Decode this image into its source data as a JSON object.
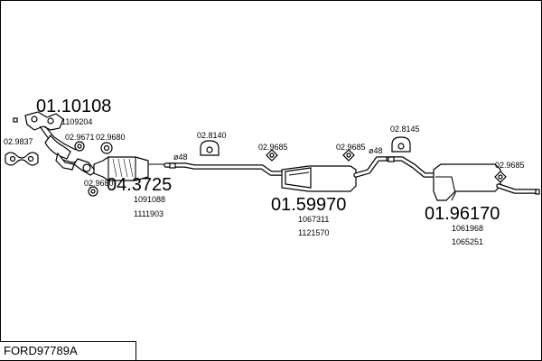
{
  "labels": {
    "main_manifold": "01.10108",
    "manifold_ref": "1109204",
    "gasket_left": "02.9837",
    "clamp_a": "02.9671",
    "clamp_b": "02.9680",
    "clamp_c": "02.9680",
    "cat_main": "04.3725",
    "cat_ref1": "1091088",
    "cat_ref2": "1111903",
    "pipe_dia_1": "ø48",
    "hanger_a": "02.8140",
    "hanger_b": "02.9685",
    "hanger_c": "02.9685",
    "mid_main": "01.59970",
    "mid_ref1": "1067311",
    "mid_ref2": "1121570",
    "pipe_dia_2": "ø48",
    "hanger_d": "02.8145",
    "hanger_e": "02.9685",
    "rear_main": "01.96170",
    "rear_ref1": "1061968",
    "rear_ref2": "1065251"
  },
  "footer": {
    "title": "FORD97789A"
  }
}
